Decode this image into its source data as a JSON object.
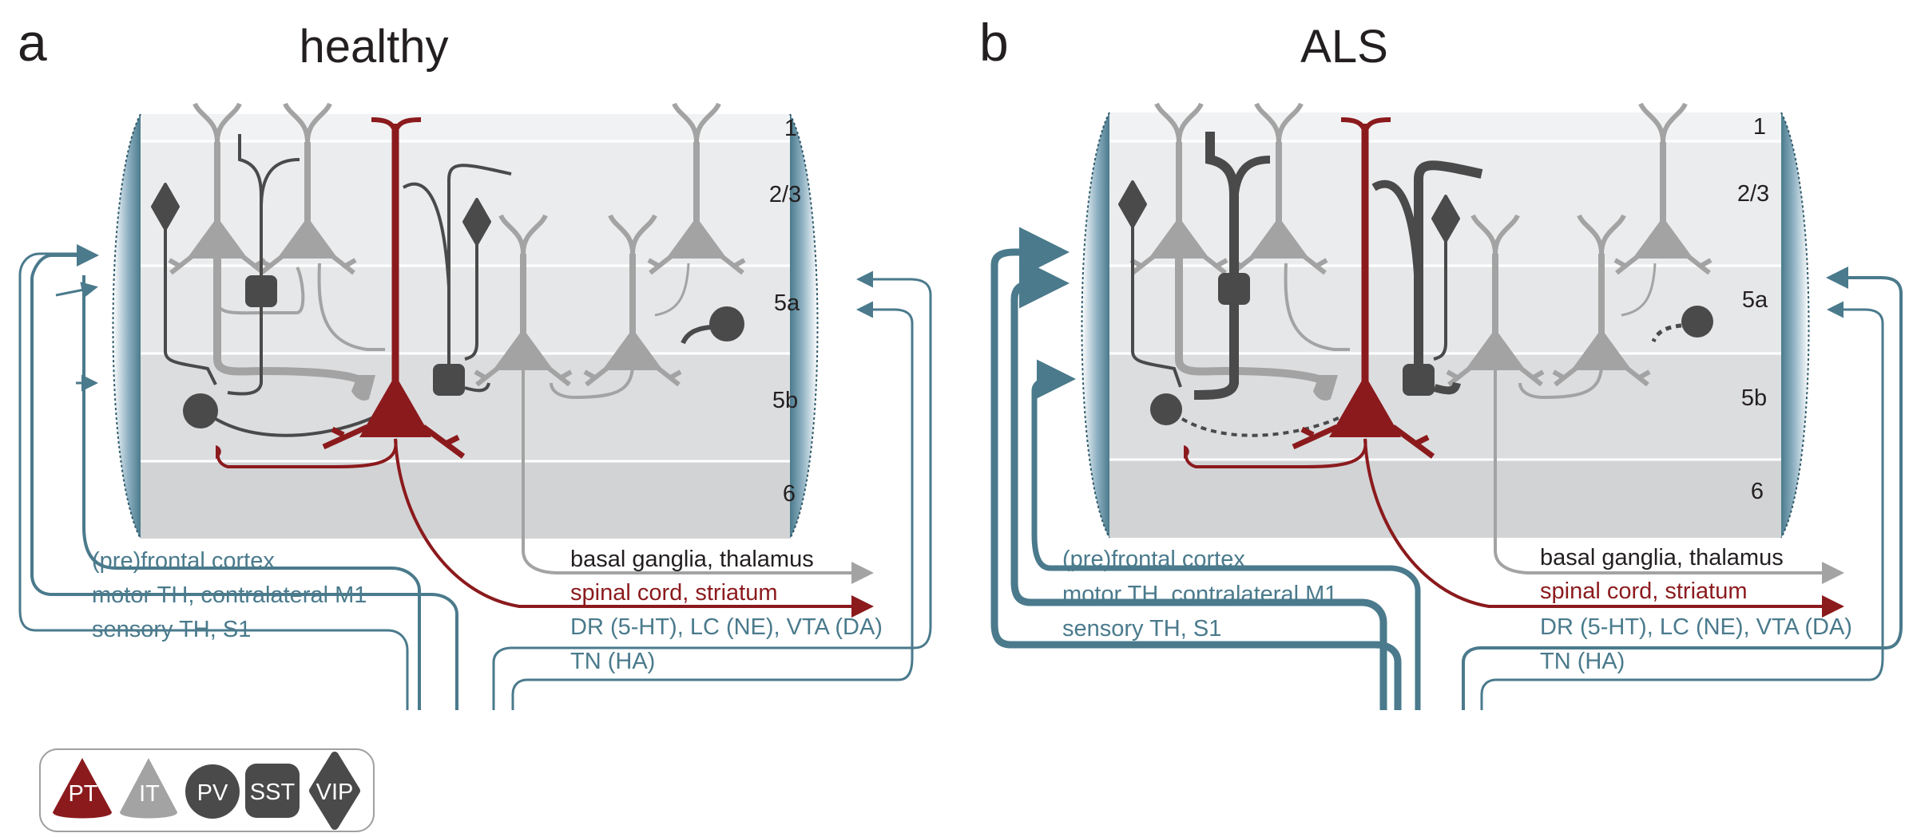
{
  "panels": [
    {
      "letter": "a",
      "title": "healthy",
      "layers": [
        "1",
        "2/3",
        "5a",
        "5b",
        "6"
      ],
      "inputs": [
        "(pre)frontal cortex",
        "motor TH, contralateral M1",
        "sensory TH, S1"
      ],
      "outputs": [
        "basal ganglia, thalamus",
        "spinal cord, striatum"
      ],
      "neuromodulatory": [
        "DR (5-HT), LC (NE), VTA (DA)",
        "TN (HA)"
      ]
    },
    {
      "letter": "b",
      "title": "ALS",
      "layers": [
        "1",
        "2/3",
        "5a",
        "5b",
        "6"
      ],
      "inputs": [
        "(pre)frontal cortex",
        "motor TH, contralateral M1",
        "sensory TH, S1"
      ],
      "outputs": [
        "basal ganglia, thalamus",
        "spinal cord, striatum"
      ],
      "neuromodulatory": [
        "DR (5-HT), LC (NE), VTA (DA)",
        "TN (HA)"
      ]
    }
  ],
  "legend": {
    "items": [
      {
        "label": "PT",
        "shape": "pyramid",
        "color": "#8b1a1d"
      },
      {
        "label": "IT",
        "shape": "pyramid",
        "color": "#a3a3a3"
      },
      {
        "label": "PV",
        "shape": "circle",
        "color": "#4a4a4a"
      },
      {
        "label": "SST",
        "shape": "rounded-square",
        "color": "#4a4a4a"
      },
      {
        "label": "VIP",
        "shape": "diamond",
        "color": "#4a4a4a"
      }
    ]
  },
  "colors": {
    "pt": "#8b1a1d",
    "it": "#a3a3a3",
    "interneuron": "#4a4a4a",
    "projection": "#4a7a8c",
    "text": "#231f20"
  }
}
